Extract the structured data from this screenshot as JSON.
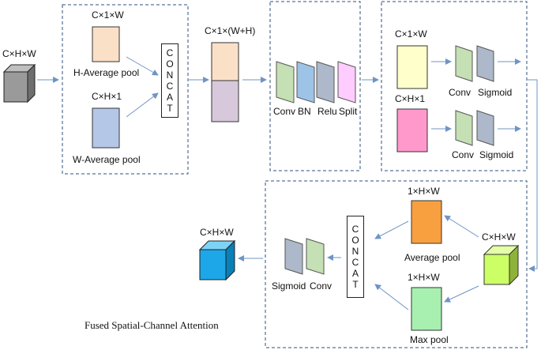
{
  "input": {
    "label": "C×H×W"
  },
  "pool_block": {
    "h_dim": "C×1×W",
    "h_label": "H-Average pool",
    "w_dim": "C×H×1",
    "w_label": "W-Average pool",
    "concat": [
      "C",
      "O",
      "N",
      "C",
      "A",
      "T"
    ]
  },
  "concat_feature": {
    "label": "C×1×(W+H)"
  },
  "conv_block": {
    "labels": [
      "Conv",
      "BN",
      "Relu",
      "Split"
    ]
  },
  "branch_block": {
    "top_dim": "C×1×W",
    "bottom_dim": "C×H×1",
    "conv_label": "Conv",
    "sigmoid_label": "Sigmoid"
  },
  "spatial_block": {
    "input_label": "C×H×W",
    "avg_dim": "1×H×W",
    "avg_label": "Average pool",
    "max_dim": "1×H×W",
    "max_label": "Max pool",
    "concat": [
      "C",
      "O",
      "N",
      "C",
      "A",
      "T"
    ],
    "sigmoid_label": "Sigmoid",
    "conv_label": "Conv"
  },
  "output": {
    "label": "C×H×W"
  },
  "caption": "Fused Spatial-Channel Attention",
  "colors": {
    "dashed_border": "#2f4f7f",
    "arrow": "#6f94c4",
    "input_cube": "#9a9a9a",
    "h_pool": "#fbe0c8",
    "w_pool": "#b4c7e7",
    "concat_top": "#fbe0c8",
    "concat_bottom": "#d8c8dc",
    "conv": "#c5e0b4",
    "bn": "#9dc3e6",
    "relu": "#adb9ca",
    "split": "#ffccff",
    "branch_top": "#ffffcc",
    "branch_bottom": "#ff99cc",
    "avg_pool": "#f8a040",
    "max_pool": "#a8f0b0",
    "spatial_cube": "#ccff66",
    "output_cube": "#1ea7e8"
  }
}
